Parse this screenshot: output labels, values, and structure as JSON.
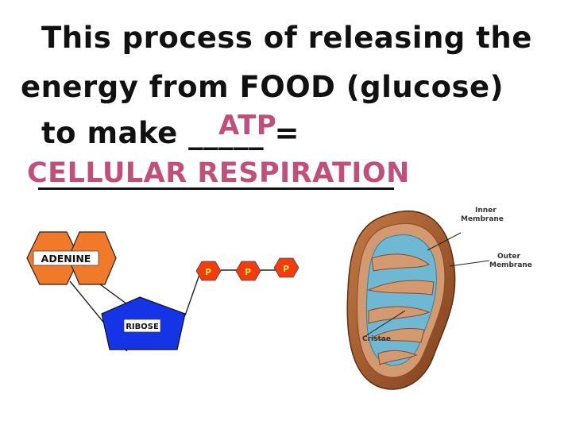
{
  "question": {
    "line1": "This process of releasing the",
    "line2": "energy from FOOD (glucose)",
    "line3_prefix": "to make ",
    "line3_blank": "_____",
    "line3_suffix": " =",
    "answer_atp": "ATP",
    "answer_cr": "CELLULAR RESPIRATION"
  },
  "atp_diagram": {
    "adenine_label": "ADENINE",
    "ribose_label": "RIBOSE",
    "phosphate_labels": [
      "P",
      "P",
      "P"
    ],
    "colors": {
      "adenine": "#f07a2a",
      "ribose": "#1434e6",
      "phosphate": "#f23c10",
      "phosphate_text": "#ffe840"
    }
  },
  "mitochondrion": {
    "labels": {
      "inner": "Inner Membrane",
      "outer": "Outer Membrane",
      "cristae": "Cristae"
    },
    "colors": {
      "outer": "#a3592c",
      "inner_fold": "#d39a72",
      "matrix": "#6eb8d4"
    }
  },
  "colors": {
    "answer": "#c0507a",
    "text": "#111111"
  }
}
